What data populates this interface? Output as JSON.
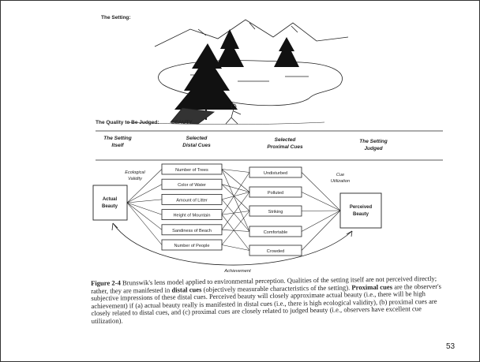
{
  "setting_label": "The Setting:",
  "quality_label": "The Quality to Be Judged:",
  "quality_value": "BEAUTY",
  "headers": {
    "col1": [
      "The Setting",
      "Itself"
    ],
    "col2": [
      "Selected",
      "Distal Cues"
    ],
    "col3": [
      "Selected",
      "Proximal Cues"
    ],
    "col4": [
      "The Setting",
      "Judged"
    ]
  },
  "ecological_validity": [
    "Ecological",
    "Validity"
  ],
  "cue_utilization": [
    "Cue",
    "Utilization"
  ],
  "actual_beauty": [
    "Actual",
    "Beauty"
  ],
  "perceived_beauty": [
    "Perceived",
    "Beauty"
  ],
  "distal_cues": [
    "Number of Trees",
    "Color of Water",
    "Amount of Litter",
    "Height of Mountain",
    "Sandiness of Beach",
    "Number of People"
  ],
  "proximal_cues": [
    "Undisturbed",
    "Polluted",
    "Striking",
    "Comfortable",
    "Crowded"
  ],
  "achievement": "Achievement",
  "caption": {
    "fig_label": "Figure 2-4",
    "part1": "Brunswik's lens model applied to environmental perception. Qualities of the setting itself are not perceived directly; rather, they are manifested in",
    "term1": "distal cues",
    "part2": "(objectively measurable characteristics of the setting).",
    "term2": "Proximal cues",
    "part3": "are the observer's subjective impressions of these distal cues. Perceived beauty will closely approximate actual beauty (i.e., there will be high achievement) if (a) actual beauty really is manifested in distal cues (i.e., there is high ecological validity), (b) proximal cues are closely related to distal cues, and (c) proximal cues are closely related to judged beauty (i.e., observers have excellent cue utilization)."
  },
  "page_number": "53"
}
